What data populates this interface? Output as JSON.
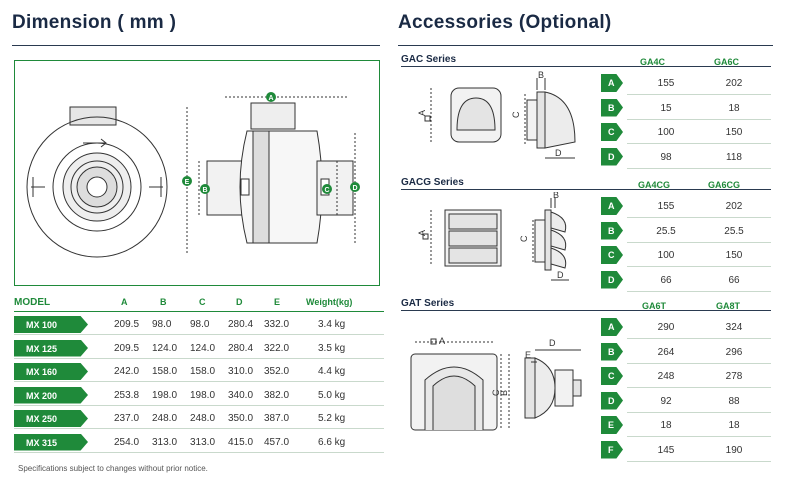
{
  "dimension": {
    "title": "Dimension ( mm )",
    "headers": [
      "MODEL",
      "A",
      "B",
      "C",
      "D",
      "E",
      "Weight(kg)"
    ],
    "rows": [
      {
        "model": "MX 100",
        "a": "209.5",
        "b": "98.0",
        "c": "98.0",
        "d": "280.4",
        "e": "332.0",
        "w": "3.4 kg"
      },
      {
        "model": "MX 125",
        "a": "209.5",
        "b": "124.0",
        "c": "124.0",
        "d": "280.4",
        "e": "322.0",
        "w": "3.5 kg"
      },
      {
        "model": "MX 160",
        "a": "242.0",
        "b": "158.0",
        "c": "158.0",
        "d": "310.0",
        "e": "352.0",
        "w": "4.4 kg"
      },
      {
        "model": "MX 200",
        "a": "253.8",
        "b": "198.0",
        "c": "198.0",
        "d": "340.0",
        "e": "382.0",
        "w": "5.0 kg"
      },
      {
        "model": "MX 250",
        "a": "237.0",
        "b": "248.0",
        "c": "248.0",
        "d": "350.0",
        "e": "387.0",
        "w": "5.2 kg"
      },
      {
        "model": "MX 315",
        "a": "254.0",
        "b": "313.0",
        "c": "313.0",
        "d": "415.0",
        "e": "457.0",
        "w": "6.6 kg"
      }
    ],
    "note": "Specifications subject to changes without prior notice.",
    "drawing_labels": {
      "a": "A",
      "b": "B",
      "c": "C",
      "d": "D",
      "e": "E"
    }
  },
  "accessories": {
    "title": "Accessories (Optional)",
    "gac": {
      "title": "GAC Series",
      "cols": [
        "GA4C",
        "GA6C"
      ],
      "rows": [
        {
          "label": "A",
          "v1": "155",
          "v2": "202"
        },
        {
          "label": "B",
          "v1": "15",
          "v2": "18"
        },
        {
          "label": "C",
          "v1": "100",
          "v2": "150"
        },
        {
          "label": "D",
          "v1": "98",
          "v2": "118"
        }
      ],
      "drawing_labels": {
        "a": "A",
        "b": "B",
        "c": "C",
        "d": "D"
      }
    },
    "gacg": {
      "title": "GACG Series",
      "cols": [
        "GA4CG",
        "GA6CG"
      ],
      "rows": [
        {
          "label": "A",
          "v1": "155",
          "v2": "202"
        },
        {
          "label": "B",
          "v1": "25.5",
          "v2": "25.5"
        },
        {
          "label": "C",
          "v1": "100",
          "v2": "150"
        },
        {
          "label": "D",
          "v1": "66",
          "v2": "66"
        }
      ],
      "drawing_labels": {
        "a": "A",
        "b": "B",
        "c": "C",
        "d": "D"
      }
    },
    "gat": {
      "title": "GAT Series",
      "cols": [
        "GA6T",
        "GA8T"
      ],
      "rows": [
        {
          "label": "A",
          "v1": "290",
          "v2": "324"
        },
        {
          "label": "B",
          "v1": "264",
          "v2": "296"
        },
        {
          "label": "C",
          "v1": "248",
          "v2": "278"
        },
        {
          "label": "D",
          "v1": "92",
          "v2": "88"
        },
        {
          "label": "E",
          "v1": "18",
          "v2": "18"
        },
        {
          "label": "F",
          "v1": "145",
          "v2": "190"
        }
      ],
      "drawing_labels": {
        "a": "A",
        "b": "B",
        "c": "C",
        "d": "D",
        "e": "E"
      }
    }
  },
  "colors": {
    "accent": "#1f8a3a",
    "heading": "#1a2a44"
  }
}
